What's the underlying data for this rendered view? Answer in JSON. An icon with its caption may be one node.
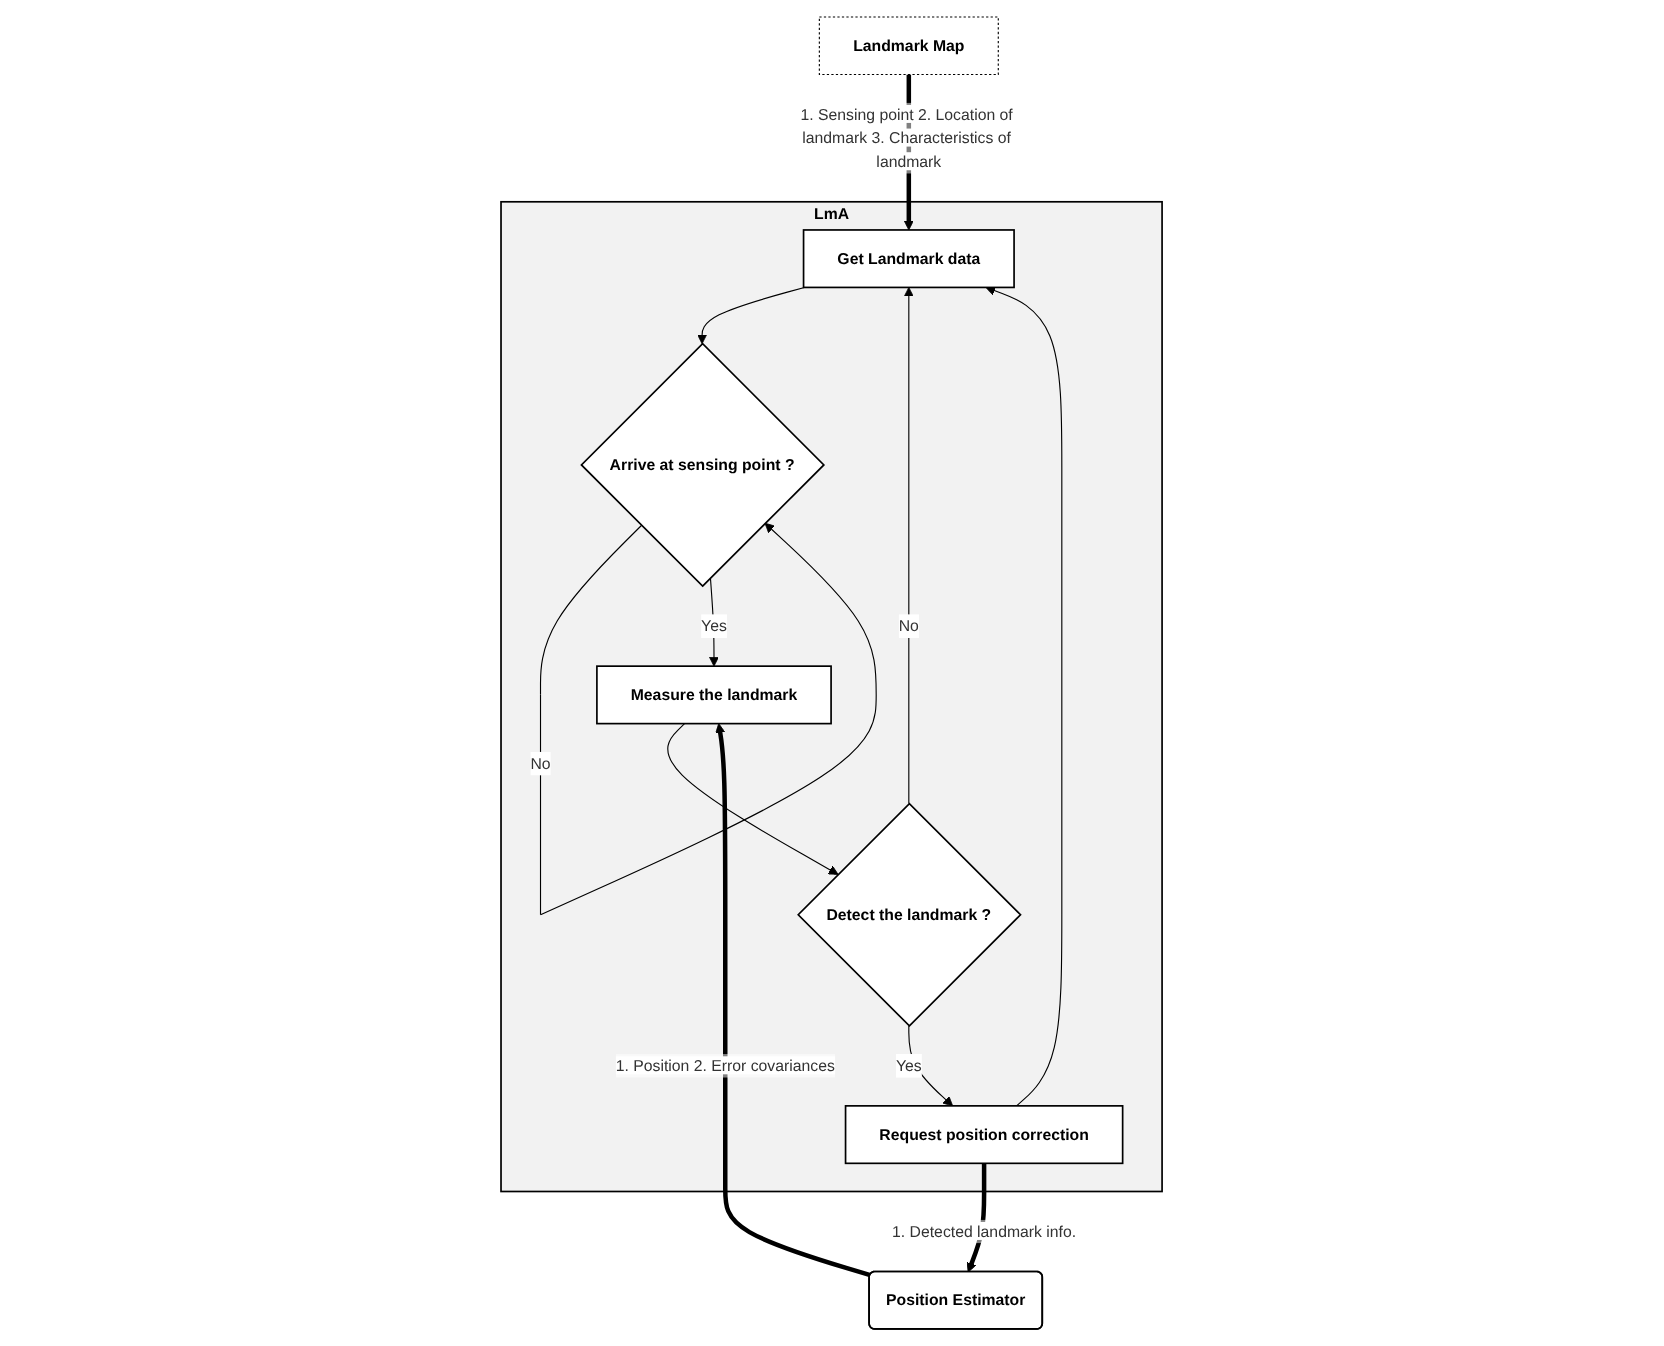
{
  "diagram": {
    "nodes": [
      {
        "text": [
          "LmA"
        ]
      },
      {
        "text": [
          "Get Landmark data"
        ],
        "in": 0
      },
      {
        "text": [
          "Arrive at sensing point ?"
        ],
        "in": 0
      },
      {
        "text": [
          "Measure the landmark"
        ],
        "in": 0
      },
      {
        "text": [
          "Detect the landmark ?"
        ],
        "in": 0
      },
      {
        "text": [
          "Request position correction"
        ],
        "in": 0
      },
      {
        "text": [
          "Landmark Map"
        ]
      },
      {
        "text": [
          "Position Estimator"
        ]
      }
    ],
    "edges": [
      {
        "from": 1,
        "to": 2,
        "arrow": "to"
      },
      {
        "from": 2,
        "to": 2,
        "arrow": "to",
        "label": "No"
      },
      {
        "from": 2,
        "to": 3,
        "arrow": "to",
        "label": "Yes"
      },
      {
        "from": 3,
        "to": 4,
        "arrow": "to"
      },
      {
        "from": 4,
        "to": 1,
        "arrow": "to",
        "label": "No"
      },
      {
        "from": 4,
        "to": 5,
        "arrow": "to",
        "label": "Yes"
      },
      {
        "from": 5,
        "to": 1,
        "arrow": "to"
      },
      {
        "from": 6,
        "to": 1,
        "arrow": "to",
        "style": "thick",
        "label": "1. Sensing point 2. Location of landmark 3. Characteristics of landmark"
      },
      {
        "from": 7,
        "to": 3,
        "arrow": "to",
        "style": "thick",
        "label": "1. Position 2. Error covariances"
      },
      {
        "from": 5,
        "to": 7,
        "arrow": "to",
        "style": "thick",
        "label": "1. Detected landmark info."
      }
    ]
  }
}
